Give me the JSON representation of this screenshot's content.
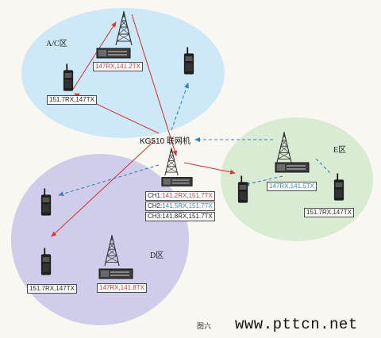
{
  "zones": {
    "ac": "A/C区",
    "e": "E区",
    "d": "D区"
  },
  "center_label": "KG510 联网机",
  "labels": {
    "ac_repeater": "147RX,141.2TX",
    "ac_radio": "151.7RX,147TX",
    "e_repeater": "147RX,141.5TX",
    "e_radio": "151.7RX,147TX",
    "d_radio": "151.7RX,147TX",
    "d_repeater": "147RX,141.8TX"
  },
  "channels": [
    {
      "name": "CH1:",
      "value": "141.2RX,151.7TX",
      "color": "#d23a3a"
    },
    {
      "name": "CH2:",
      "value": "141.5RX,151.7TX",
      "color": "#2e8fbf"
    },
    {
      "name": "CH3:",
      "value": "141.8RX,151.7TX",
      "color": "#222222"
    }
  ],
  "caption": "图六",
  "watermark": "www.pttcn.net",
  "colors": {
    "zone_ac": "#cde9f7",
    "zone_e": "#d9ebd2",
    "zone_d": "#cfcde9",
    "red_link": "#d23a3a",
    "blue_link": "#3a7fc0"
  }
}
